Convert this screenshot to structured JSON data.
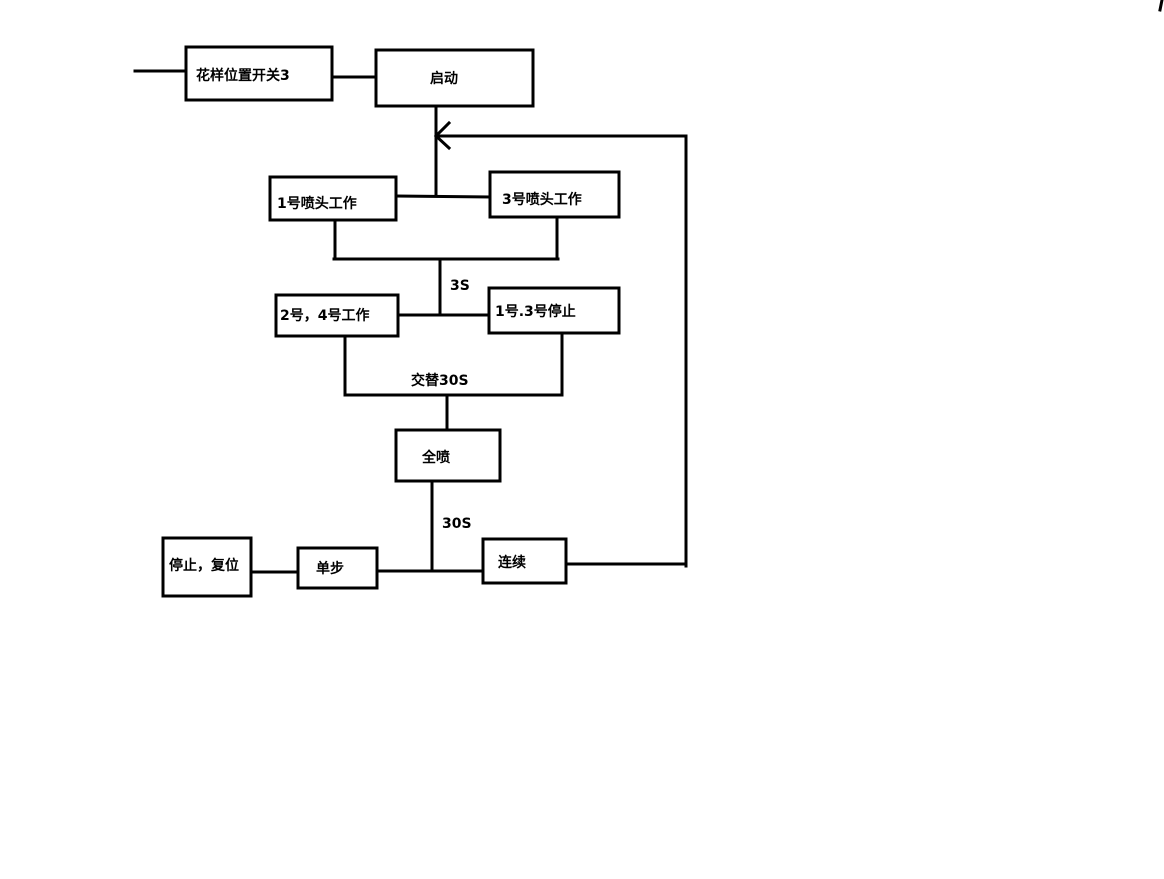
{
  "diagram": {
    "nodes": {
      "pattern_switch": "花样位置开关3",
      "start": "启动",
      "nozzle1": "1号喷头工作",
      "nozzle3": "3号喷头工作",
      "nozzle24": "2号，4号工作",
      "stop13": "1号.3号停止",
      "full_spray": "全喷",
      "stop_reset": "停止，复位",
      "single_step": "单步",
      "continuous": "连续"
    },
    "labels": {
      "delay_3s": "3S",
      "alternate_30s": "交替30S",
      "delay_30s": "30S"
    },
    "colors": {
      "stroke": "#000000",
      "background": "#ffffff"
    }
  }
}
